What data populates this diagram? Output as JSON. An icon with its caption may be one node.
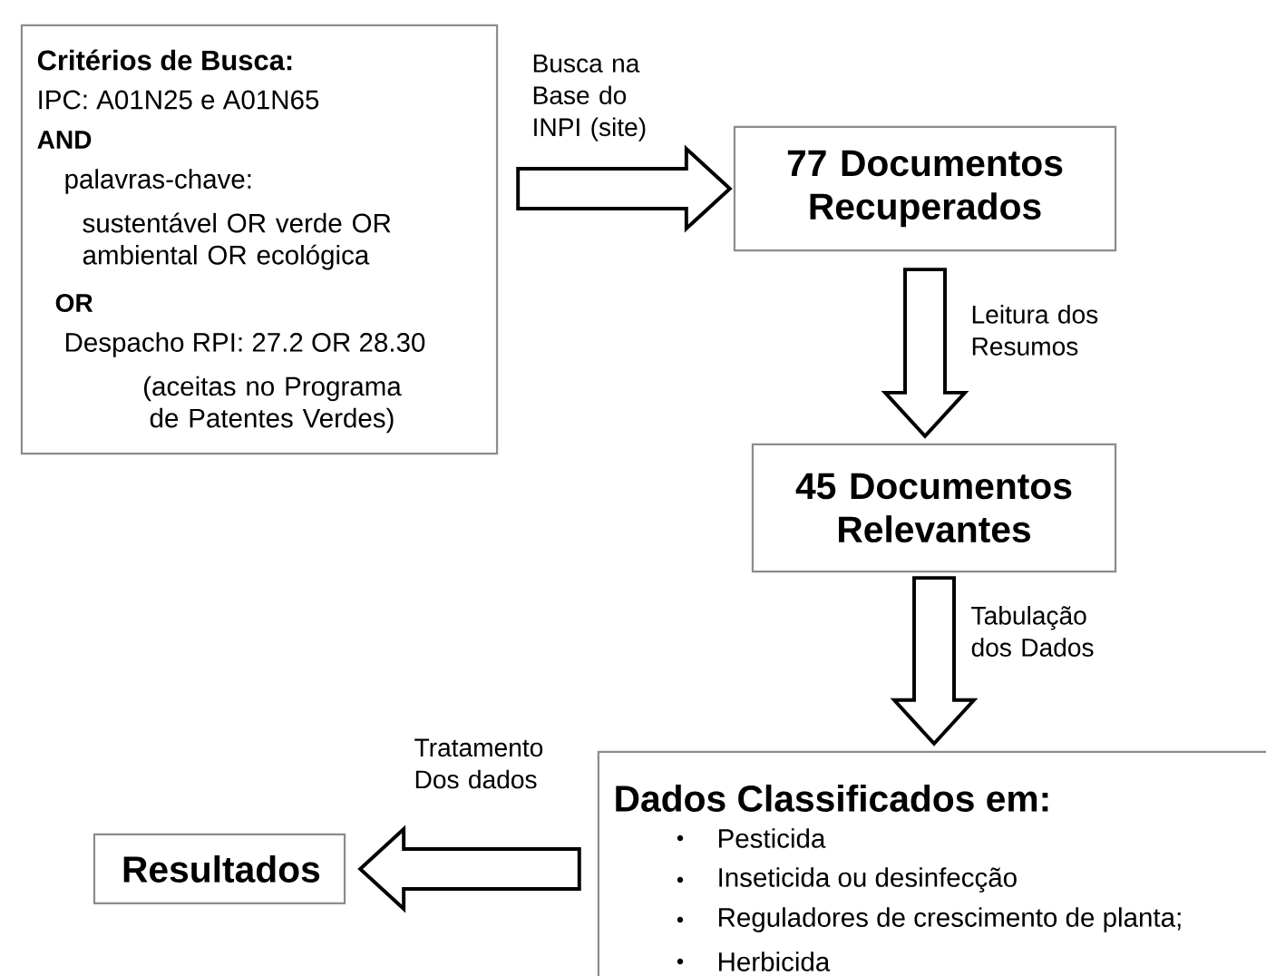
{
  "diagram": {
    "nodes": [
      {
        "text": [
          "Critérios de Busca:",
          "IPC: A01N25 e A01N65",
          "AND",
          "palavras-chave:",
          "sustentável OR verde OR ambiental OR ecológica",
          "OR",
          "Despacho RPI: 27.2 OR 28.30",
          "(aceitas no Programa de Patentes Verdes)"
        ]
      },
      {
        "text": [
          "77 Documentos Recuperados"
        ]
      },
      {
        "text": [
          "45 Documentos Relevantes"
        ]
      },
      {
        "text": [
          "Dados Classificados em:",
          "Pesticida",
          "Inseticida ou desinfecção",
          "Reguladores de crescimento de planta;",
          "Herbicida"
        ]
      },
      {
        "text": [
          "Resultados"
        ]
      }
    ],
    "edges": [
      {
        "from": 0,
        "to": 1,
        "arrow": "to",
        "label": "Busca na Base do INPI (site)"
      },
      {
        "from": 1,
        "to": 2,
        "arrow": "to",
        "label": "Leitura dos Resumos"
      },
      {
        "from": 2,
        "to": 3,
        "arrow": "to",
        "label": "Tabulação dos Dados"
      },
      {
        "from": 3,
        "to": 4,
        "arrow": "to",
        "label": "Tratamento Dos dados"
      }
    ]
  }
}
